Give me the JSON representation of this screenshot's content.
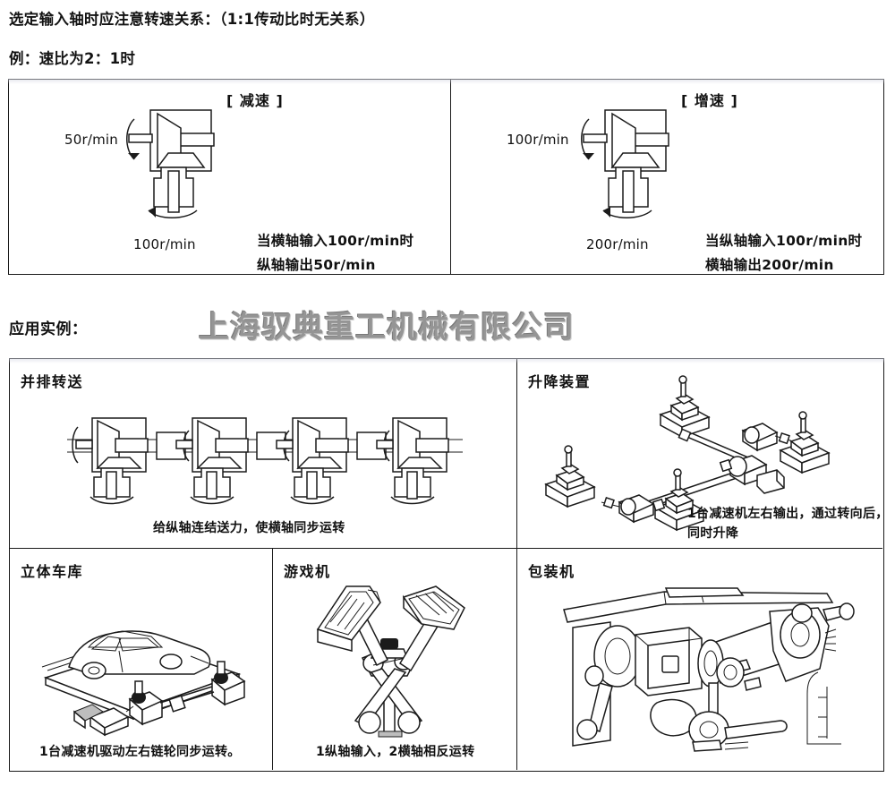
{
  "document": {
    "intro_line_1": "选定输入轴时应注意转速关系：（1:1传动比时无关系）",
    "intro_line_2": "例：速比为2：1时",
    "application_label": "应用实例：",
    "watermark": "上海驭典重工机械有限公司",
    "accent_color": "#1b1b1b",
    "watermark_color": "#8d8d8d"
  },
  "speed_box": {
    "cells": [
      {
        "title": "[ 减速 ]",
        "input_label": "50r/min",
        "output_label": "100r/min",
        "note_line_1": "当横轴输入100r/min时",
        "note_line_2": "纵轴输出50r/min",
        "diagram_name": "bevel-gearbox-reduction"
      },
      {
        "title": "[ 增速 ]",
        "input_label": "100r/min",
        "output_label": "200r/min",
        "note_line_1": "当纵轴输入100r/min时",
        "note_line_2": "横轴输出200r/min",
        "diagram_name": "bevel-gearbox-overdrive"
      }
    ]
  },
  "application_box": {
    "panels": [
      {
        "title": "并排转送",
        "caption_line_1": "给纵轴连结送力，使横轴同步运转",
        "caption_line_2": "",
        "diagram_name": "inline-gearbox-train",
        "unit_count": 4
      },
      {
        "title": "升降装置",
        "caption_line_1": "1台减速机左右输出，通过转向后，",
        "caption_line_2": "同时升降",
        "diagram_name": "screw-jack-lifting-system",
        "unit_count": 4
      },
      {
        "title": "立体车库",
        "caption_line_1": "1台减速机驱动左右链轮同步运转。",
        "caption_line_2": "",
        "diagram_name": "multi-level-car-park-lift",
        "unit_count": 2
      },
      {
        "title": "游戏机",
        "caption_line_1": "1纵轴输入，2横轴相反运转",
        "caption_line_2": "",
        "diagram_name": "amusement-ride-twin-arm",
        "unit_count": 2
      },
      {
        "title": "包装机",
        "caption_line_1": "",
        "caption_line_2": "",
        "diagram_name": "packaging-machine-belt-drive",
        "unit_count": 1
      }
    ]
  }
}
